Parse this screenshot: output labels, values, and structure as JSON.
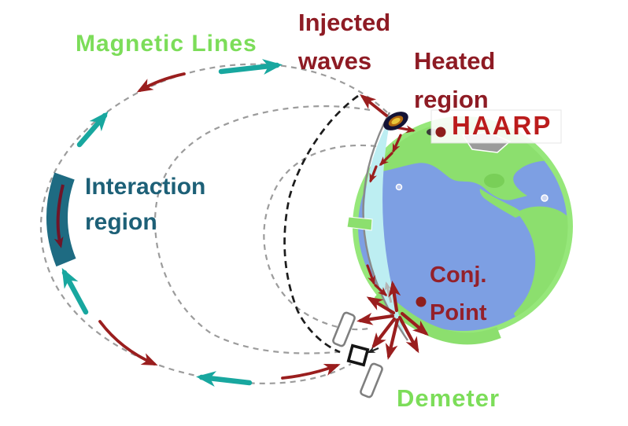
{
  "diagram": {
    "title": "HAARP wave injection to DEMETER satellite diagram",
    "labels": {
      "magnetic_lines": "Magnetic Lines",
      "injected_waves": [
        "Injected",
        "waves"
      ],
      "heated_region": [
        "Heated",
        "region"
      ],
      "haarp": "HAARP",
      "interaction_region": [
        "Interaction",
        "region"
      ],
      "conj_point": [
        "Conj.",
        "Point"
      ],
      "demeter": "Demeter"
    },
    "icons": {
      "earth_globe": "earth-globe-icon",
      "ionosphere_layer": "ionosphere-layer",
      "heated_region_spot": "heated-region-spot-icon",
      "haarp_dot": "haarp-dot-icon",
      "conj_point_dot": "conj-point-dot-icon",
      "satellite": "satellite-icon",
      "interaction_bar": "interaction-region-bar",
      "field_lines": "magnetic-field-lines",
      "wave_path": "wave-propagation-path"
    },
    "colors": {
      "maroon": "#8e1b24",
      "haarp-red": "#bb1c1c",
      "label-green": "#7cdd59",
      "teal-text": "#1d6077",
      "teal-bar": "#1e6b82",
      "bar-arrow": "#6e1528",
      "cyan-arrow": "#18a79f",
      "dark-red": "#9a1e1e",
      "dash-gray": "#9c9c9c",
      "dash-black": "#1c1c1c",
      "ocean": "#7d9fe3",
      "land": "#8cdf6e",
      "rim": "#96e77a",
      "ionosphere": "#bdeef2",
      "limb-gray": "#8a8a8a",
      "conj-maroon": "#94202a"
    }
  }
}
